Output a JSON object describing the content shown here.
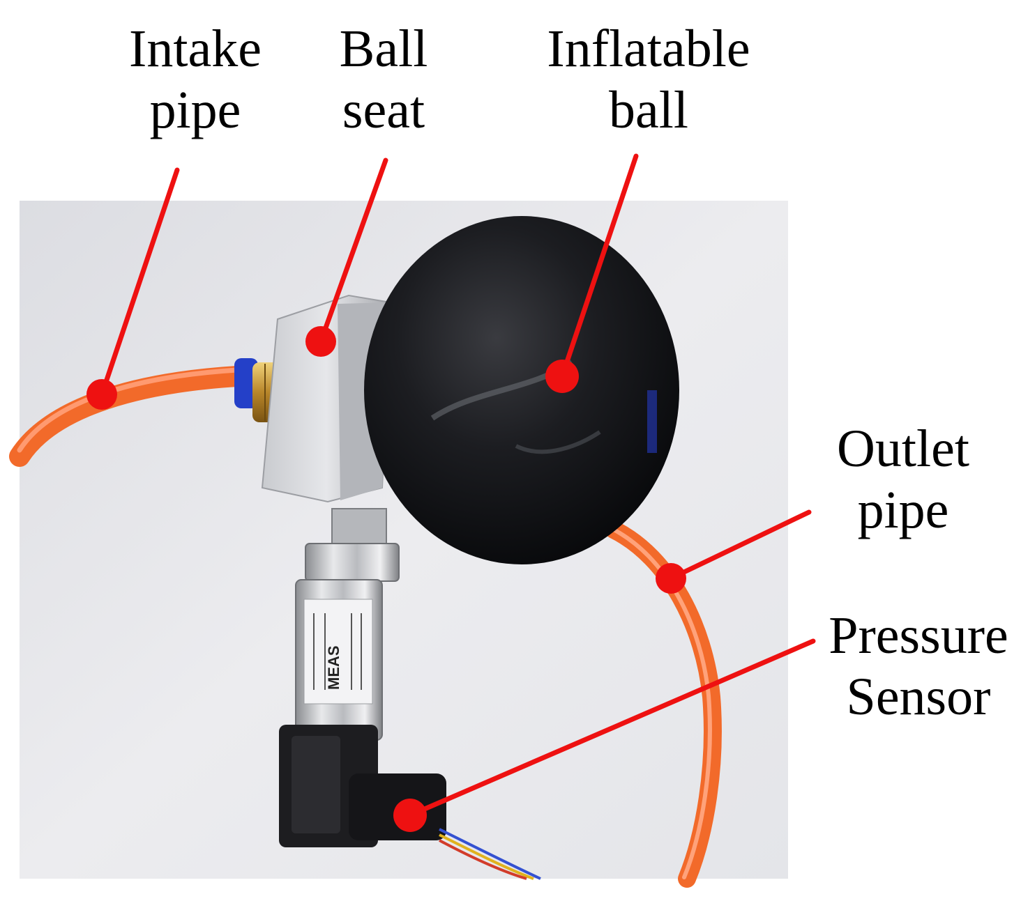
{
  "labels": {
    "intake_pipe": {
      "line1": "Intake",
      "line2": "pipe"
    },
    "ball_seat": {
      "line1": "Ball",
      "line2": "seat"
    },
    "inflatable_ball": {
      "line1": "Inflatable",
      "line2": "ball"
    },
    "outlet_pipe": {
      "line1": "Outlet",
      "line2": "pipe"
    },
    "pressure_sensor": {
      "line1": "Pressure",
      "line2": "Sensor"
    }
  },
  "sensor_marking": "MEAS",
  "colors": {
    "pointer": "#ee1111",
    "tube": "#f26a2a",
    "ball": "#1a1a1c",
    "background": "#e9e9ec"
  }
}
